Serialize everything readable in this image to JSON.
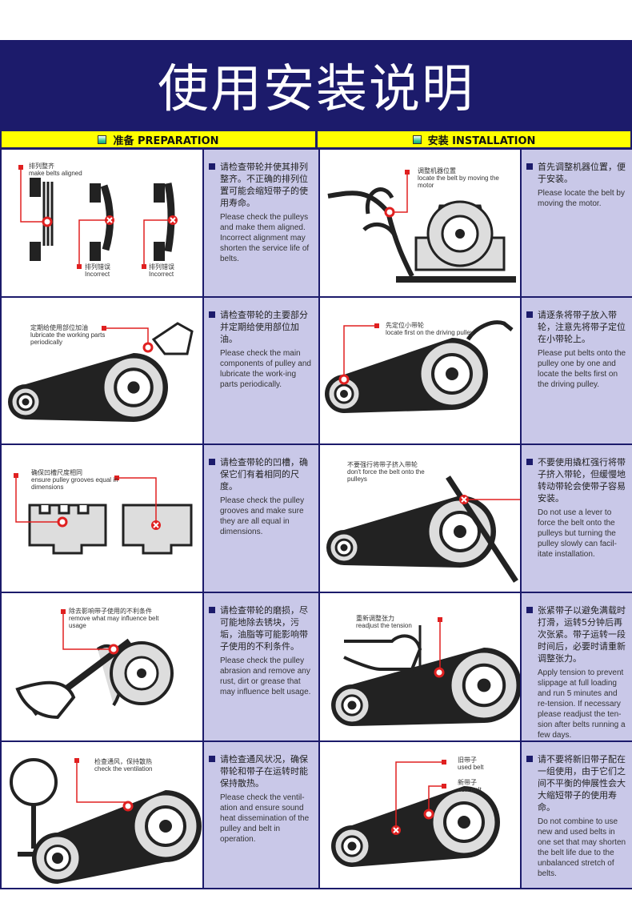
{
  "title": "使用安装说明",
  "sections": {
    "prep": "准备 PREPARATION",
    "install": "安装 INSTALLATION"
  },
  "rows": [
    {
      "left": {
        "labels": [
          {
            "cn": "排列整齐",
            "en": "make belts aligned"
          },
          {
            "cn": "排列错误",
            "en": "Incorrect"
          },
          {
            "cn": "排列错误",
            "en": "Incorrect"
          }
        ],
        "cn": "请检查带轮并使其排列整齐。不正确的排列位置可能会缩短带子的使用寿命。",
        "en": "Please check the pulleys and make them aligned. Incorrect alignment may shorten the service life of belts."
      },
      "right": {
        "labels": [
          {
            "cn": "调整机器位置",
            "en": "locate the belt by moving the motor"
          }
        ],
        "cn": "首先调整机器位置，便于安装。",
        "en": "Please locate the belt by moving the motor."
      }
    },
    {
      "left": {
        "labels": [
          {
            "cn": "定期给使用部位加油",
            "en": "lubricate the working parts periodically"
          }
        ],
        "cn": "请检查带轮的主要部分并定期给使用部位加油。",
        "en": "Please check the main components of pulley and lubricate the work-ing parts periodically."
      },
      "right": {
        "labels": [
          {
            "cn": "先定位小带轮",
            "en": "locate first on the driving pulley"
          }
        ],
        "cn": "请逐条将带子放入带轮，注意先将带子定位在小带轮上。",
        "en": "Please put belts onto the pulley one by one and locate the belts first on the driving pulley."
      }
    },
    {
      "left": {
        "labels": [
          {
            "cn": "确保凹槽尺度相同",
            "en": "ensure pulley grooves equal in dimensions"
          }
        ],
        "cn": "请检查带轮的凹槽，确保它们有着相同的尺度。",
        "en": "Please check the pulley grooves and make sure they are all equal in dimensions."
      },
      "right": {
        "labels": [
          {
            "cn": "不要强行将带子挤入带轮",
            "en": "don't force the belt onto the pulleys"
          }
        ],
        "cn": "不要使用撬杠强行将带子挤入带轮，但缓慢地转动带轮会使带子容易安装。",
        "en": "Do not use a lever to force the belt onto the pulleys but turning the pulley slowly can facil-itate installation."
      }
    },
    {
      "left": {
        "labels": [
          {
            "cn": "除去影响带子使用的不利条件",
            "en": "remove what may influence belt usage"
          }
        ],
        "cn": "请检查带轮的磨损，尽可能地除去锈块，污垢，油脂等可能影响带子使用的不利条件。",
        "en": "Please check the pulley abrasion and remove any rust, dirt or grease that may influence belt usage."
      },
      "right": {
        "labels": [
          {
            "cn": "重新调整张力",
            "en": "readjust the tension"
          }
        ],
        "cn": "张紧带子以避免满载时打滑，运转5分钟后再次张紧。带子运转一段时间后，必要时请重新调整张力。",
        "en": "Apply tension to prevent slippage at full loading and run 5 minutes and re-tension. If necessary please readjust the ten-sion after belts running a few days."
      }
    },
    {
      "left": {
        "labels": [
          {
            "cn": "检查通风，保持散热",
            "en": "check the ventilation"
          }
        ],
        "cn": "请检查通风状况，确保带轮和带子在运转时能保持散热。",
        "en": "Please check the ventil-ation and ensure sound heat dissemination of the pulley and belt in operation."
      },
      "right": {
        "labels": [
          {
            "cn": "旧带子",
            "en": "used belt"
          },
          {
            "cn": "新带子",
            "en": "new belt"
          }
        ],
        "cn": "请不要将新旧带子配在一组使用，由于它们之间不平衡的伸展性会大大缩短带子的使用寿命。",
        "en": "Do not combine to use new and used belts in one set that may shorten the belt life due to the unbalanced stretch of belts."
      }
    }
  ],
  "colors": {
    "navy": "#1c1b6b",
    "yellow": "#ffff00",
    "panel": "#c9c8e8",
    "marker": "#e02020"
  }
}
